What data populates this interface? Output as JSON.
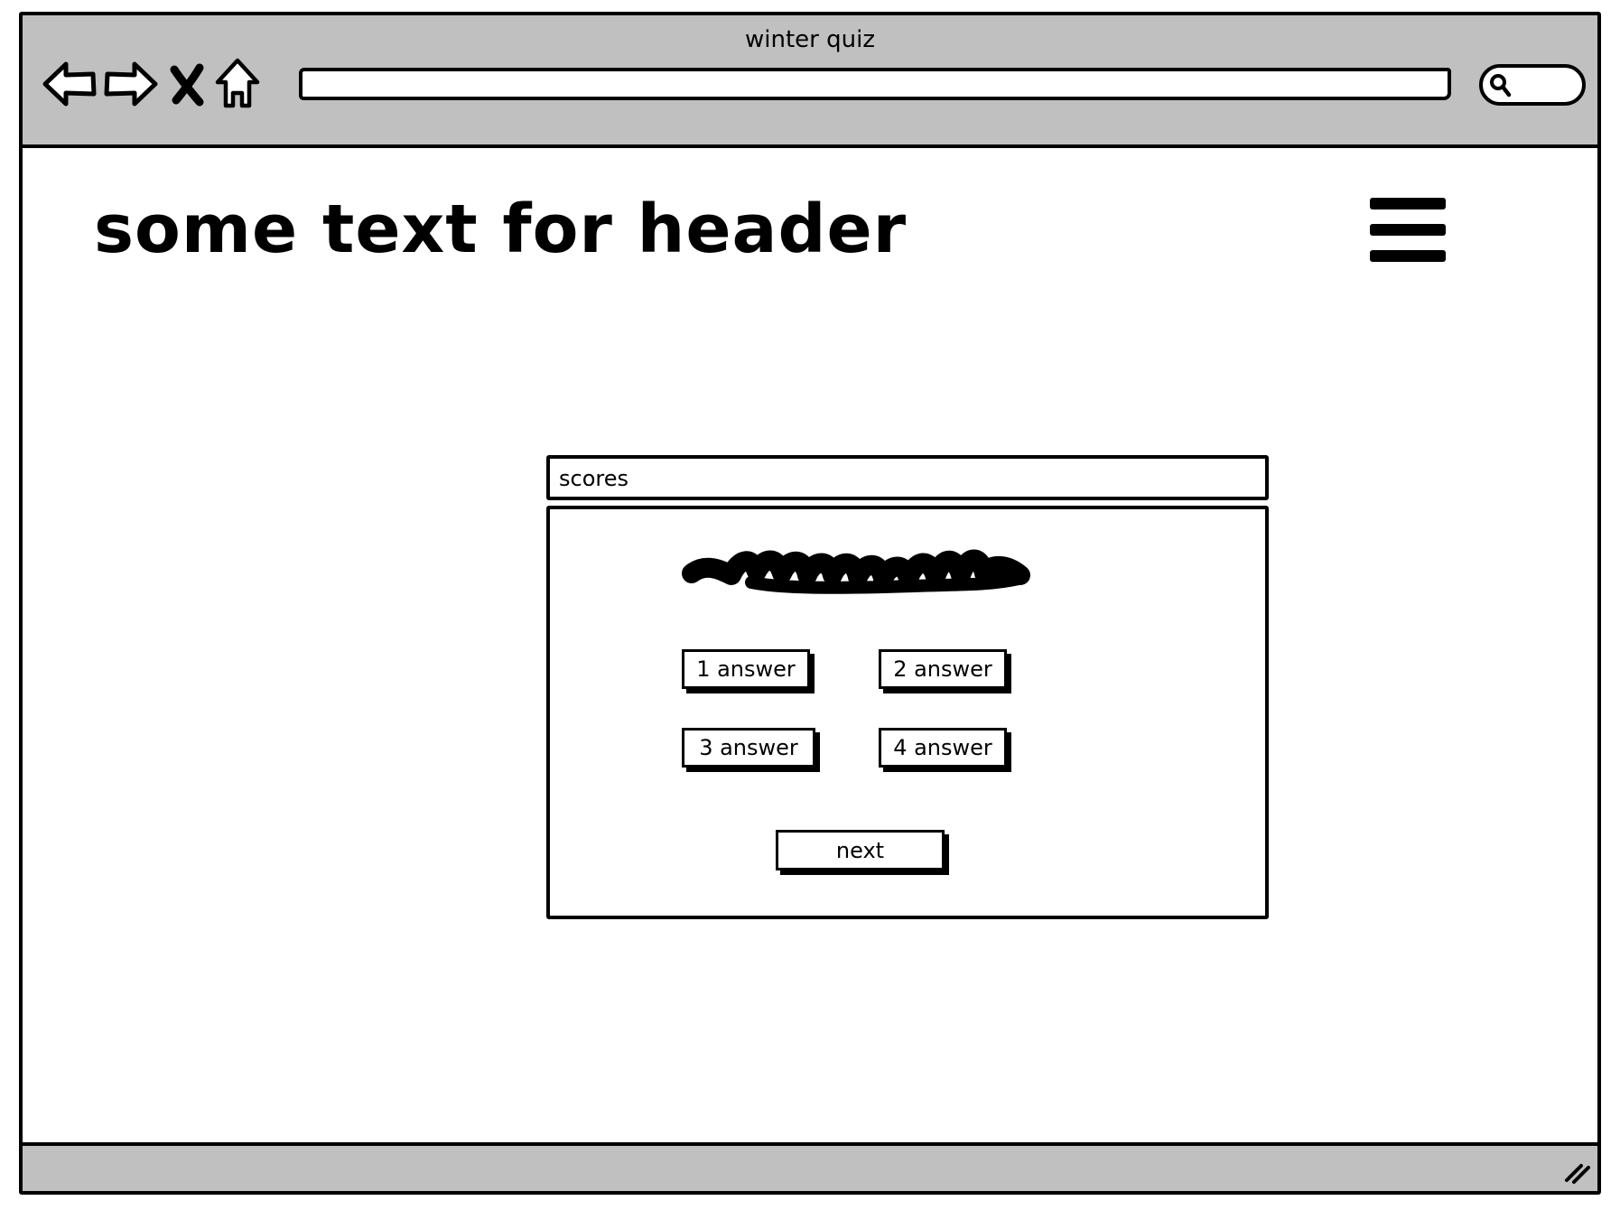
{
  "window": {
    "title": "winter quiz",
    "address_value": ""
  },
  "toolbar": {
    "back_icon": "arrow-left-icon",
    "forward_icon": "arrow-right-icon",
    "stop_icon": "close-icon",
    "home_icon": "home-icon",
    "search_icon": "search-icon"
  },
  "page": {
    "header_text": "some text for header",
    "menu_icon": "hamburger-menu-icon"
  },
  "quiz": {
    "scores_label": "scores",
    "question_placeholder": "scribble-redacted-text",
    "answers": [
      "1 answer",
      "2 answer",
      "3 answer",
      "4 answer"
    ],
    "next_label": "next"
  },
  "colors": {
    "chrome": "#c0c0c0",
    "ink": "#000000",
    "paper": "#ffffff"
  }
}
